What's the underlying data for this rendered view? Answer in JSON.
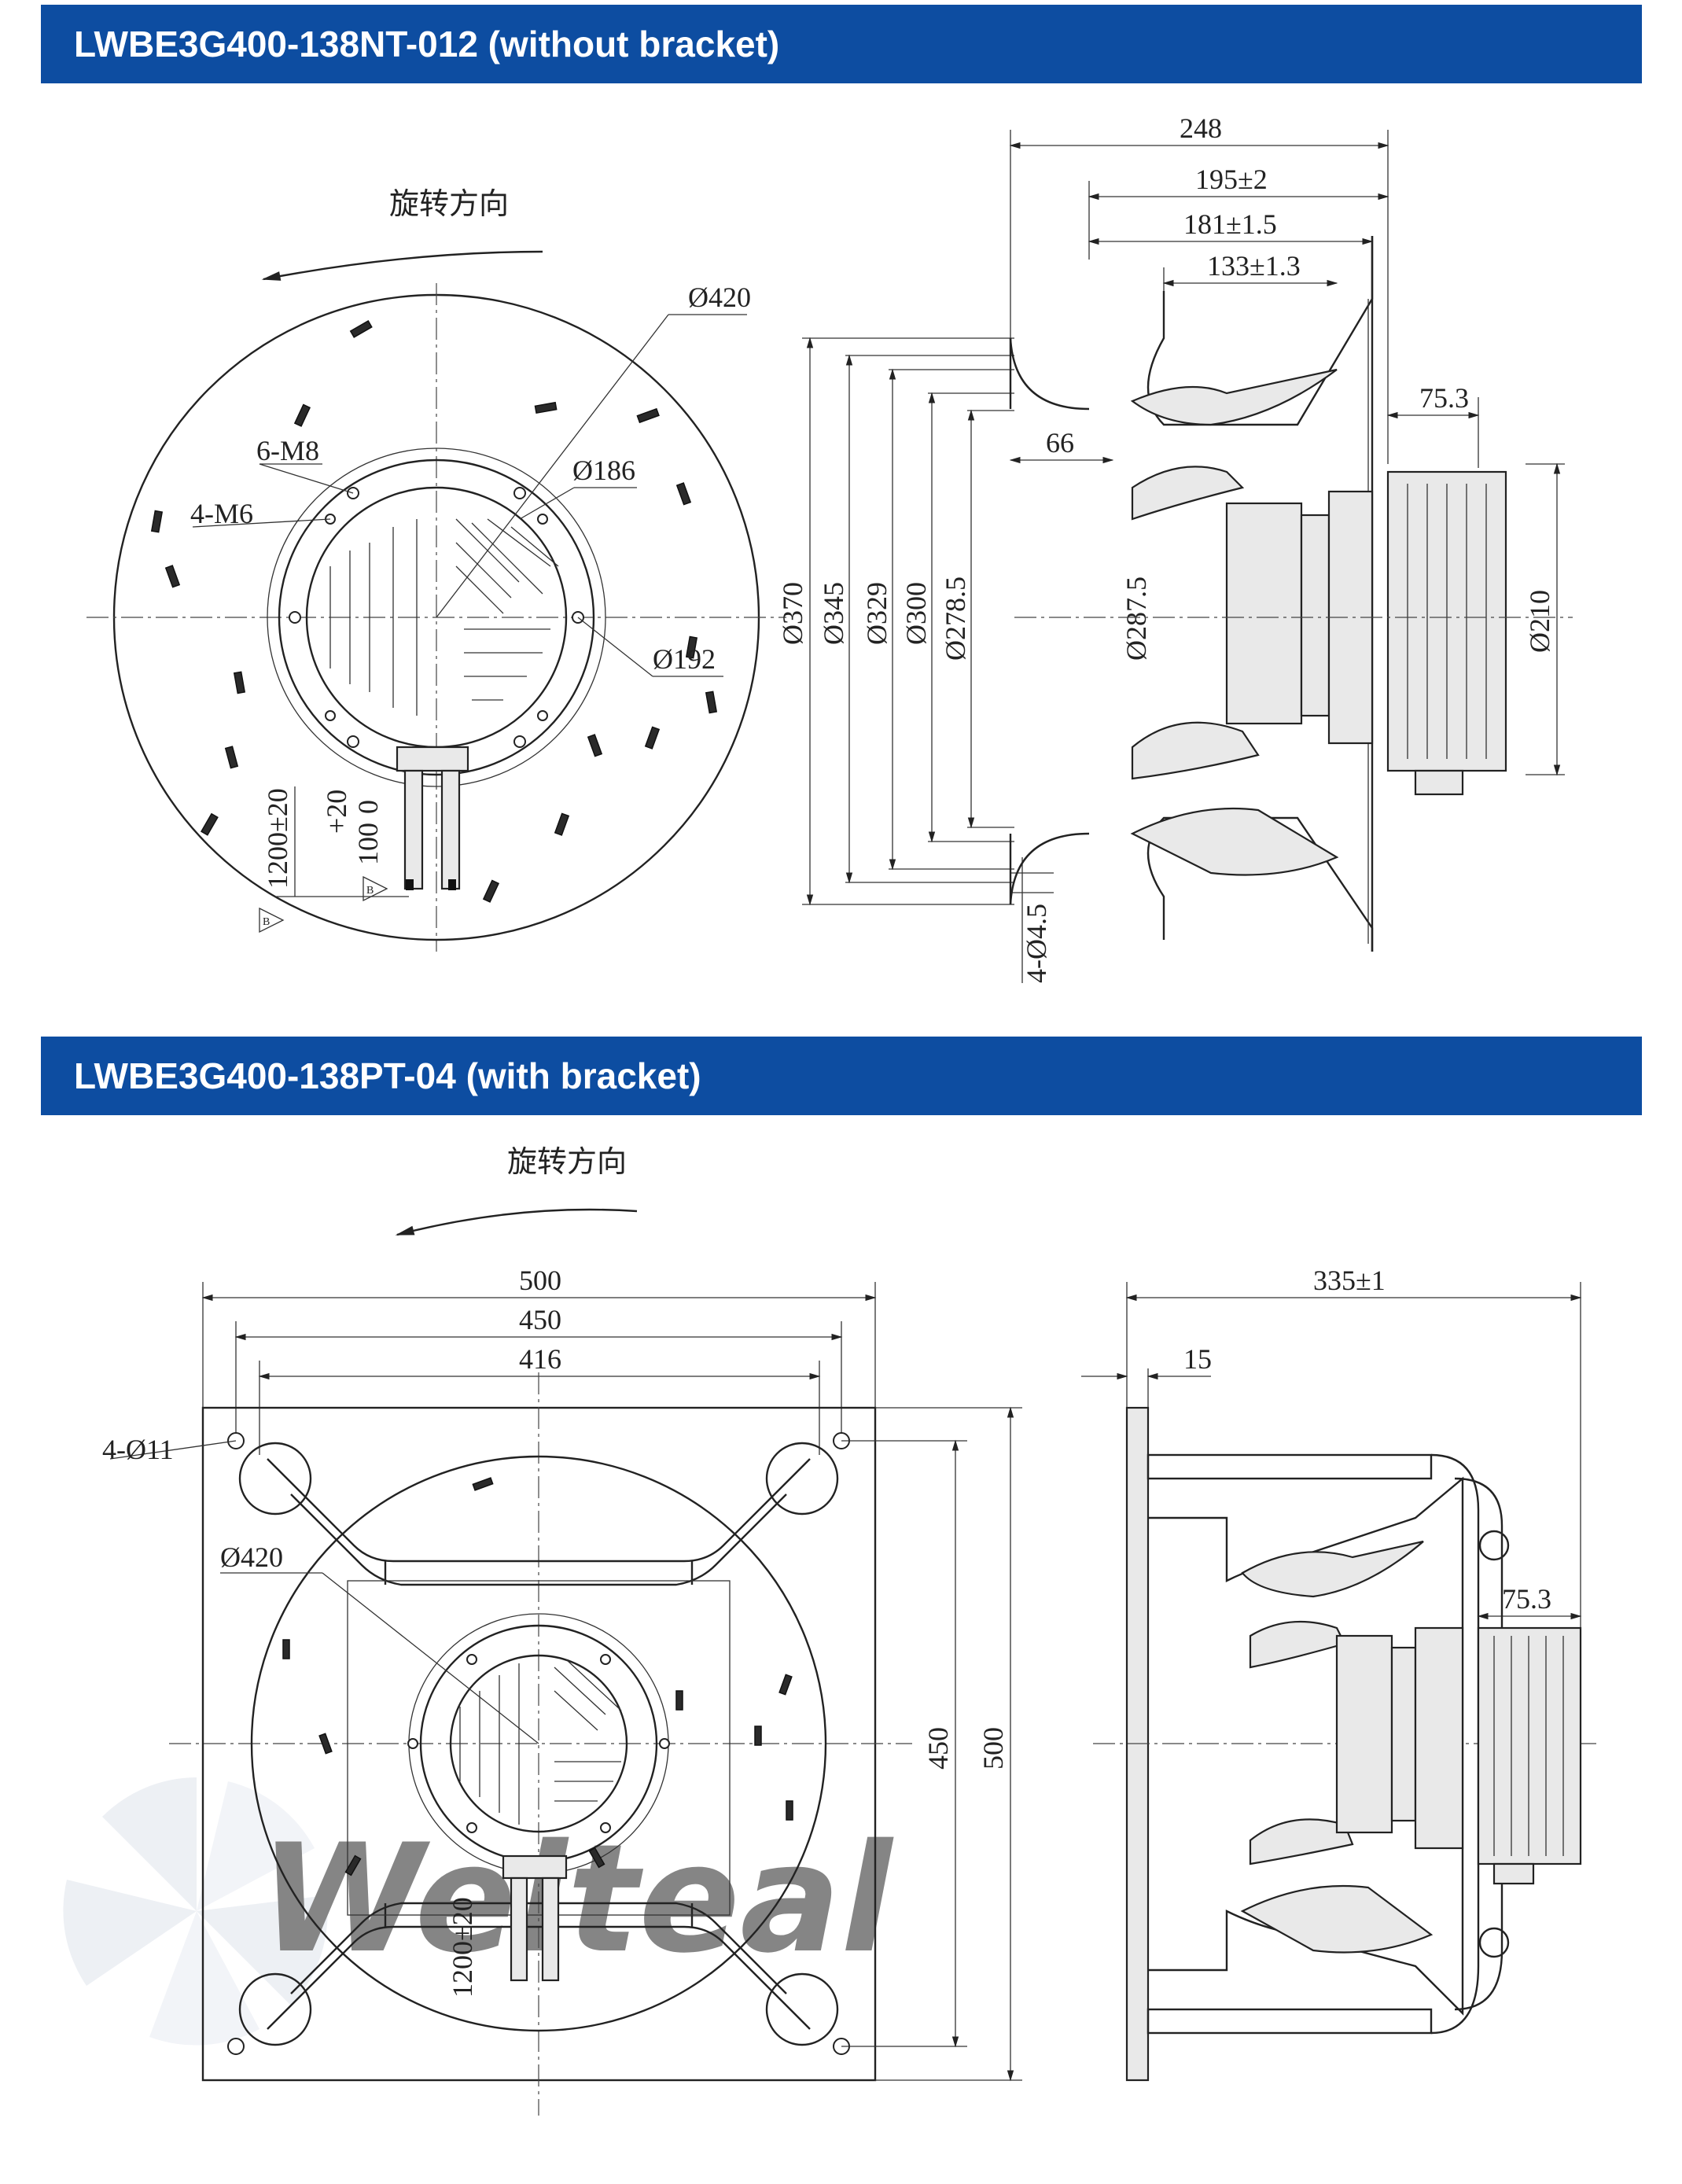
{
  "banners": {
    "top": "LWBE3G400-138NT-012 (without bracket)",
    "bottom": "LWBE3G400-138PT-04 (with bracket)"
  },
  "rotation_label": "旋转方向",
  "watermark": "Weiteal",
  "top_front": {
    "d420": "Ø420",
    "m8": "6-M8",
    "d186": "Ø186",
    "m6": "4-M6",
    "d192": "Ø192",
    "cable": "1200±20",
    "plus20": "+20",
    "zero": "0",
    "hundred": "100",
    "b_mark": "B"
  },
  "top_side": {
    "w248": "248",
    "w195": "195±2",
    "w181": "181±1.5",
    "w133": "133±1.3",
    "w75": "75.3",
    "w66": "66",
    "d370": "Ø370",
    "d345": "Ø345",
    "d329": "Ø329",
    "d300": "Ø300",
    "d278": "Ø278.5",
    "d287": "Ø287.5",
    "d210": "Ø210",
    "holes": "4-Ø4.5"
  },
  "bottom_front": {
    "w500": "500",
    "w450": "450",
    "w416": "416",
    "holes": "4-Ø11",
    "d420": "Ø420",
    "cable": "1200±20",
    "h450": "450",
    "h500": "500"
  },
  "bottom_side": {
    "w335": "335±1",
    "w15": "15",
    "w75": "75.3"
  },
  "colors": {
    "banner": "#0d4da1",
    "banner_text": "#ffffff",
    "lines": "#222222",
    "watermark": "#cfd6e6"
  }
}
